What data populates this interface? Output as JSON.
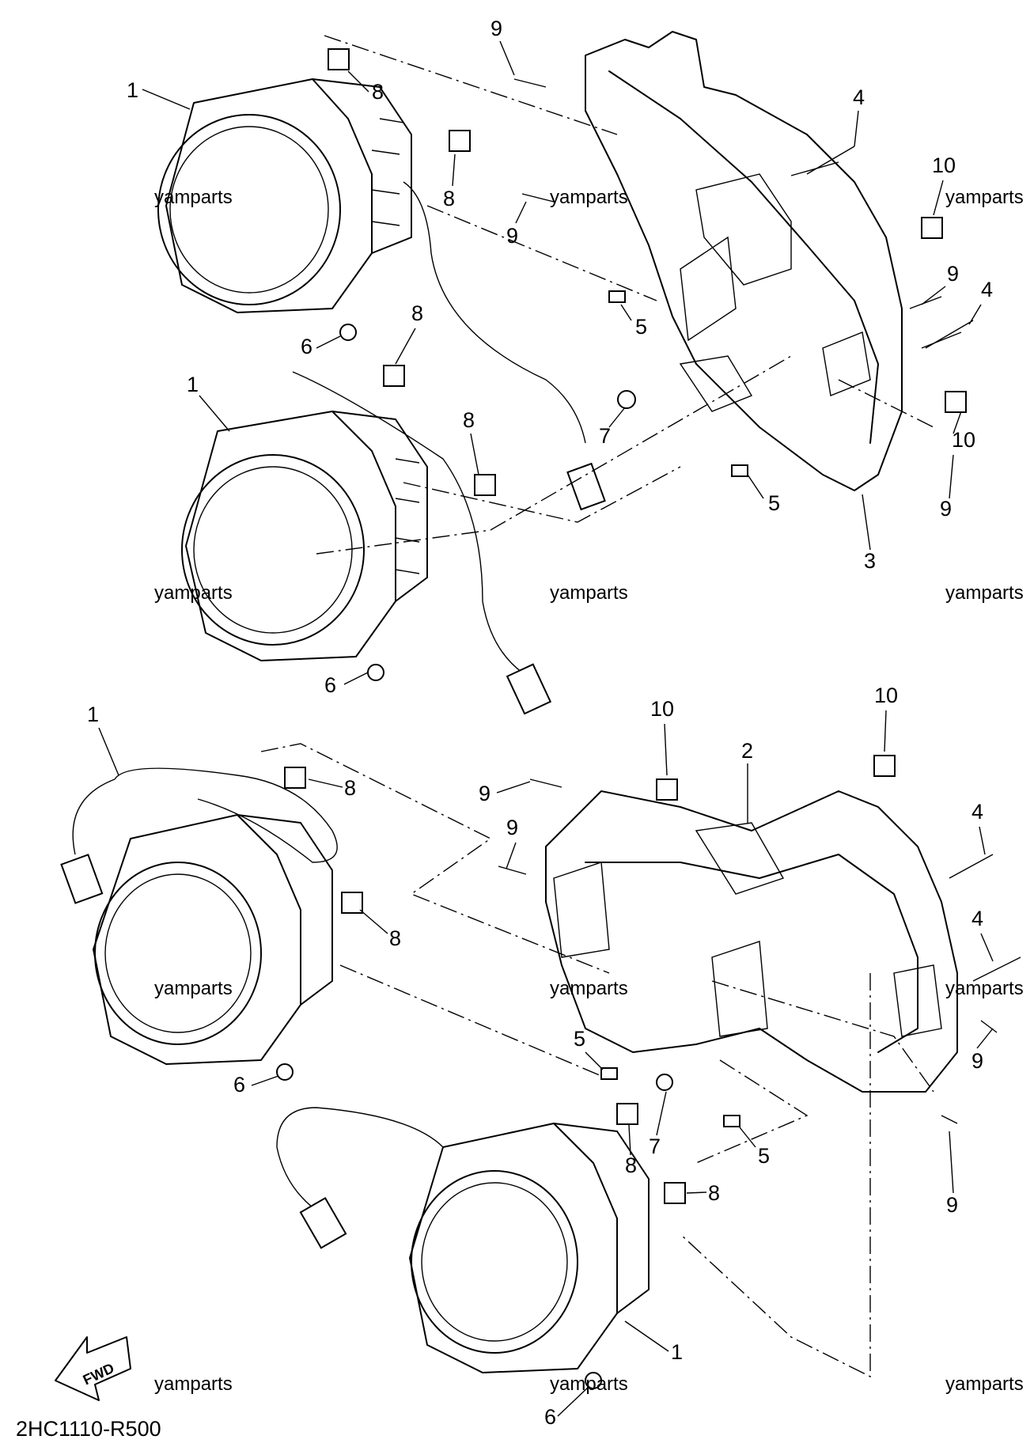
{
  "diagram_code": "2HC1110-R500",
  "direction_label": "FWD",
  "watermark": "yamparts",
  "callouts": [
    "1",
    "2",
    "3",
    "4",
    "5",
    "6",
    "7",
    "8",
    "9",
    "10"
  ]
}
